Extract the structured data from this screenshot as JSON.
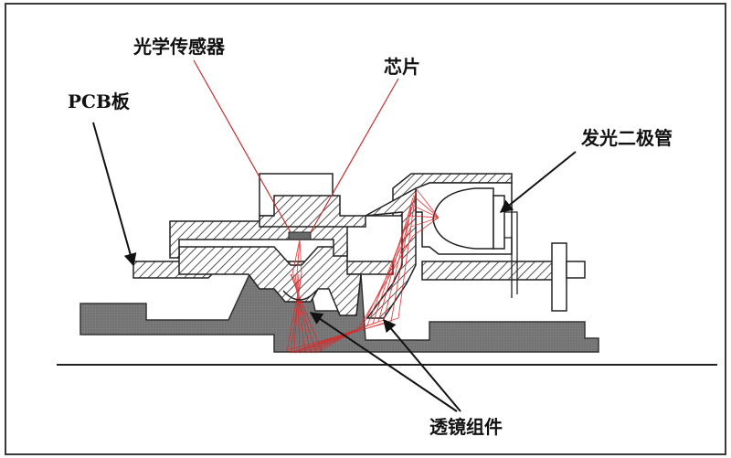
{
  "diagram": {
    "labels": {
      "optical_sensor": "光学传感器",
      "chip": "芯片",
      "pcb_board": "PCB板",
      "led": "发光二极管",
      "lens_assembly": "透镜组件"
    },
    "colors": {
      "frame": "#3a3a3a",
      "hatch": "#2a2a2a",
      "base_fill": "#7b7b7b",
      "light_rays": "#d9292b",
      "arrow": "#111111",
      "leader": "#c23030"
    }
  }
}
